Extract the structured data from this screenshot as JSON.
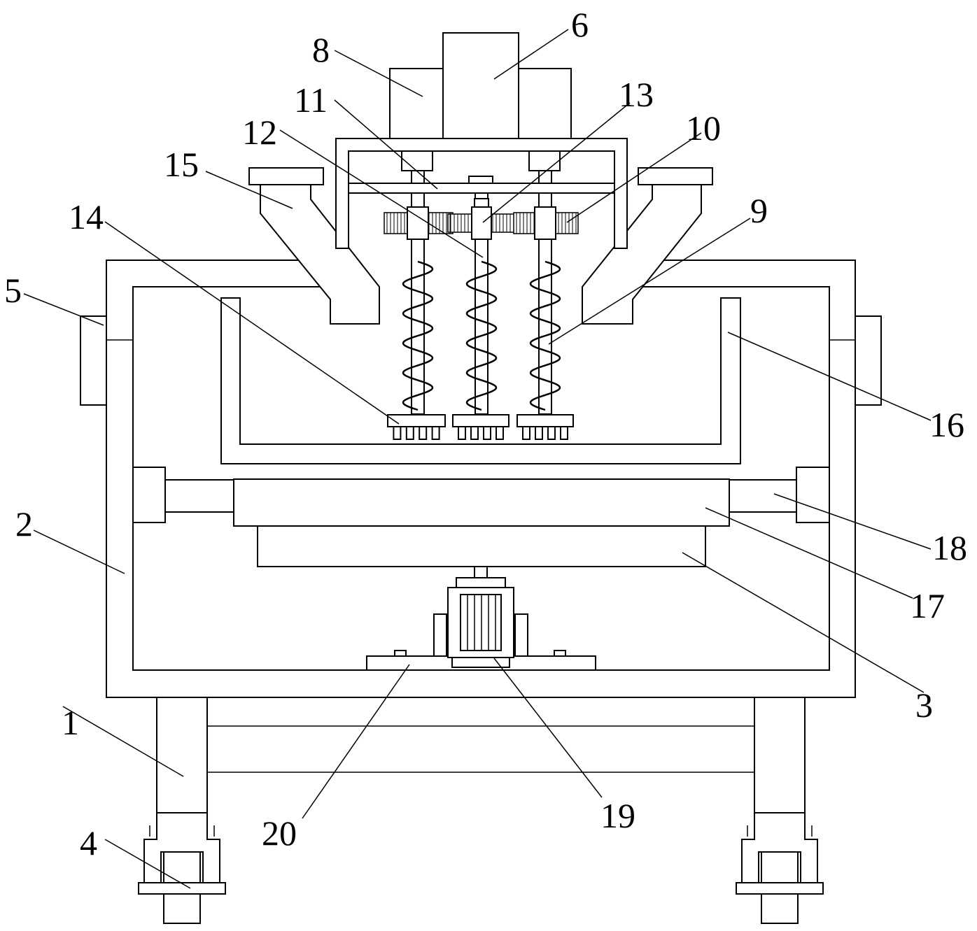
{
  "labels": {
    "l1": "1",
    "l2": "2",
    "l3": "3",
    "l4": "4",
    "l5": "5",
    "l6": "6",
    "l8": "8",
    "l9": "9",
    "l10": "10",
    "l11": "11",
    "l12": "12",
    "l13": "13",
    "l14": "14",
    "l15": "15",
    "l16": "16",
    "l17": "17",
    "l18": "18",
    "l19": "19",
    "l20": "20"
  }
}
